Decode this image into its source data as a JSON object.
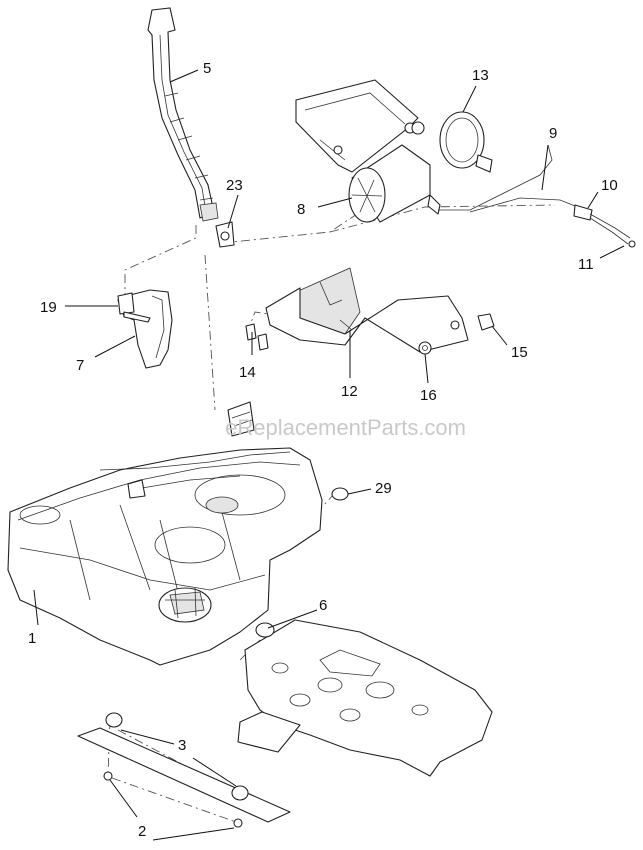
{
  "watermark": "eReplacementParts.com",
  "callouts": [
    {
      "id": "c1",
      "label": "1"
    },
    {
      "id": "c2",
      "label": "2"
    },
    {
      "id": "c3",
      "label": "3"
    },
    {
      "id": "c5",
      "label": "5"
    },
    {
      "id": "c6",
      "label": "6"
    },
    {
      "id": "c7",
      "label": "7"
    },
    {
      "id": "c8",
      "label": "8"
    },
    {
      "id": "c9",
      "label": "9"
    },
    {
      "id": "c10",
      "label": "10"
    },
    {
      "id": "c11",
      "label": "11"
    },
    {
      "id": "c12",
      "label": "12"
    },
    {
      "id": "c13",
      "label": "13"
    },
    {
      "id": "c14",
      "label": "14"
    },
    {
      "id": "c15",
      "label": "15"
    },
    {
      "id": "c16",
      "label": "16"
    },
    {
      "id": "c19",
      "label": "19"
    },
    {
      "id": "c23",
      "label": "23"
    },
    {
      "id": "c29",
      "label": "29"
    }
  ]
}
